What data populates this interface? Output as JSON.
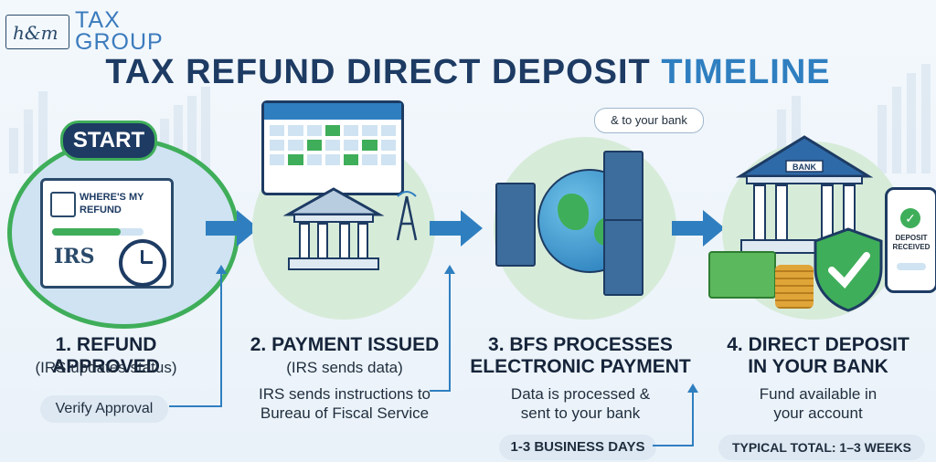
{
  "brand": {
    "script": "h&m",
    "line1": "TAX",
    "line2": "GROUP"
  },
  "title": {
    "main": "TAX REFUND DIRECT DEPOSIT",
    "accent": "TIMELINE"
  },
  "start_badge": "START",
  "step1": {
    "screen_line1": "WHERE'S MY",
    "screen_line2": "REFUND",
    "irs": "IRS",
    "label": "1. REFUND APPROVED",
    "sub": "(IRS updates status)",
    "pill": "Verify Approval"
  },
  "step2": {
    "label": "2. PAYMENT ISSUED",
    "sub": "(IRS sends data)",
    "desc_line1": "IRS sends instructions to",
    "desc_line2": "Bureau of Fiscal Service"
  },
  "step3": {
    "bubble": "& to your bank",
    "label_line1": "3. BFS PROCESSES",
    "label_line2": "ELECTRONIC PAYMENT",
    "desc_line1": "Data is processed &",
    "desc_line2": "sent to your bank",
    "pill": "1-3 BUSINESS DAYS"
  },
  "step4": {
    "bank_sign": "BANK",
    "phone_line1": "DEPOSIT",
    "phone_line2": "RECEIVED",
    "label_line1": "4. DIRECT DEPOSIT",
    "label_line2": "IN YOUR BANK",
    "desc_line1": "Fund available in",
    "desc_line2": "your account",
    "pill": "TYPICAL TOTAL: 1–3 WEEKS"
  },
  "colors": {
    "navy": "#1d3b63",
    "blue": "#2f7fc0",
    "green": "#3fae5a",
    "teal": "#4aa3b8"
  }
}
